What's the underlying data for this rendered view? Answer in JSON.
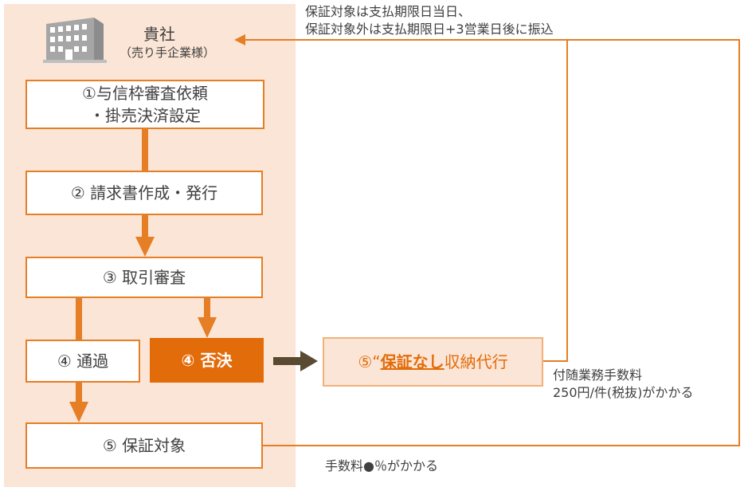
{
  "company": {
    "name": "貴社",
    "sub": "（売り手企業様）"
  },
  "boxes": {
    "step1_line1": "①与信枠審査依頼",
    "step1_line2": "・掛売決済設定",
    "step2": "② 請求書作成・発行",
    "step3": "③ 取引審査",
    "step4_pass": "④ 通過",
    "step4_reject": "④ 否決",
    "step5_prefix": "⑤“ ",
    "step5_emph": "保証なし",
    "step5_suffix": "収納代行",
    "step5_guarantee": "⑤ 保証対象"
  },
  "notes": {
    "payout_line1": "保証対象は支払期限日当日、",
    "payout_line2": "保証対象外は支払期限日+3営業日後に振込",
    "extra_fee_line1": "付随業務手数料",
    "extra_fee_line2": "250円/件(税抜)がかかる",
    "fee": "手数料●％がかかる"
  },
  "colors": {
    "accent": "#e57e25",
    "dark_accent": "#e36c0a",
    "panel": "#fbe5d6",
    "gray_arrow": "#5a4a32",
    "text": "#404040"
  },
  "icons": [
    "building-icon"
  ]
}
